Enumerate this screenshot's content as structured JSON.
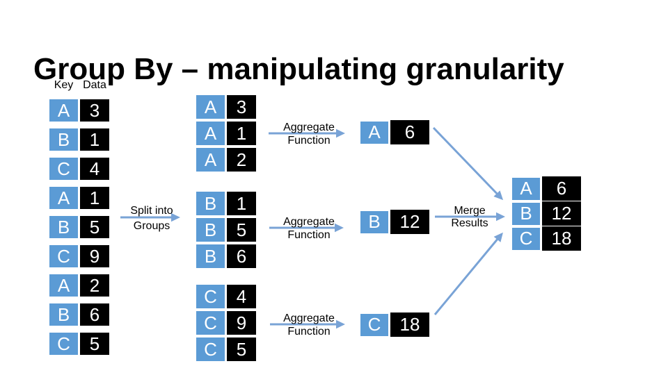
{
  "title": {
    "emphasis": "Group By",
    "rest": " – manipulating granularity"
  },
  "colors": {
    "background": "#FFFFFF",
    "text": "#000000",
    "key_cell": "#5B9BD5",
    "value_cell": "#000000",
    "cell_text": "#FFFFFF",
    "arrow": "#79A3D6"
  },
  "source": {
    "key_header": "Key",
    "data_header": "Data",
    "rows": [
      [
        "A",
        "3"
      ],
      [
        "B",
        "1"
      ],
      [
        "C",
        "4"
      ],
      [
        "A",
        "1"
      ],
      [
        "B",
        "5"
      ],
      [
        "C",
        "9"
      ],
      [
        "A",
        "2"
      ],
      [
        "B",
        "6"
      ],
      [
        "C",
        "5"
      ]
    ]
  },
  "labels": {
    "split_line1": "Split into",
    "split_line2": "Groups",
    "aggregate_line1": "Aggregate",
    "aggregate_line2": "Function",
    "merge_line1": "Merge",
    "merge_line2": "Results"
  },
  "groups": [
    {
      "name": "A",
      "rows": [
        [
          "A",
          "3"
        ],
        [
          "A",
          "1"
        ],
        [
          "A",
          "2"
        ]
      ],
      "result": [
        "A",
        "6"
      ]
    },
    {
      "name": "B",
      "rows": [
        [
          "B",
          "1"
        ],
        [
          "B",
          "5"
        ],
        [
          "B",
          "6"
        ]
      ],
      "result": [
        "B",
        "12"
      ]
    },
    {
      "name": "C",
      "rows": [
        [
          "C",
          "4"
        ],
        [
          "C",
          "9"
        ],
        [
          "C",
          "5"
        ]
      ],
      "result": [
        "C",
        "18"
      ]
    }
  ],
  "merged": {
    "rows": [
      [
        "A",
        "6"
      ],
      [
        "B",
        "12"
      ],
      [
        "C",
        "18"
      ]
    ]
  }
}
